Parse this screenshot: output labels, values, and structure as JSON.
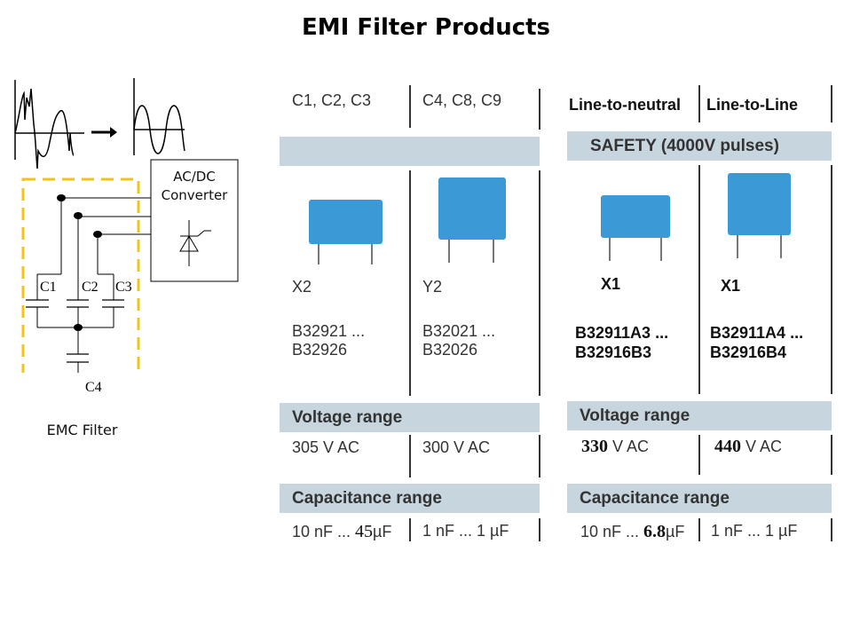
{
  "title": "EMI Filter Products",
  "diagram": {
    "converter_label_line1": "AC/DC",
    "converter_label_line2": "Converter",
    "capacitors": [
      "C1",
      "C2",
      "C3",
      "C4"
    ],
    "filter_label": "EMC Filter",
    "filter_box_color": "#f0c419"
  },
  "table_left": {
    "headers": [
      "C1, C2, C3",
      "C4, C8, C9"
    ],
    "band_label": "",
    "types": [
      "X2",
      "Y2"
    ],
    "parts": [
      [
        "B32921 ...",
        "B32926"
      ],
      [
        "B32021 ...",
        "B32026"
      ]
    ],
    "voltage_label": "Voltage range",
    "voltages": [
      "305 V AC",
      "300 V AC"
    ],
    "capacitance_label": "Capacitance range",
    "capacitances": [
      [
        "10 nF ... ",
        "45",
        "µF"
      ],
      [
        "1 nF ... 1 µF"
      ]
    ]
  },
  "table_right": {
    "headers": [
      "Line-to-neutral",
      "Line-to-Line"
    ],
    "band_label": "SAFETY (4000V pulses)",
    "types": [
      "X1",
      "X1"
    ],
    "parts": [
      [
        "B32911A3 ...",
        "B32916B3"
      ],
      [
        "B32911A4 ...",
        "B32916B4"
      ]
    ],
    "voltage_label": "Voltage range",
    "voltages": [
      [
        "330",
        " V AC"
      ],
      [
        "440",
        " V AC"
      ]
    ],
    "capacitance_label": "Capacitance range",
    "capacitances": [
      [
        "10 nF ... ",
        "6.8",
        "µF"
      ],
      [
        "1 nF ... 1 µF"
      ]
    ]
  },
  "colors": {
    "band": "#c7d5de",
    "capacitor": "#3b9ad6"
  }
}
